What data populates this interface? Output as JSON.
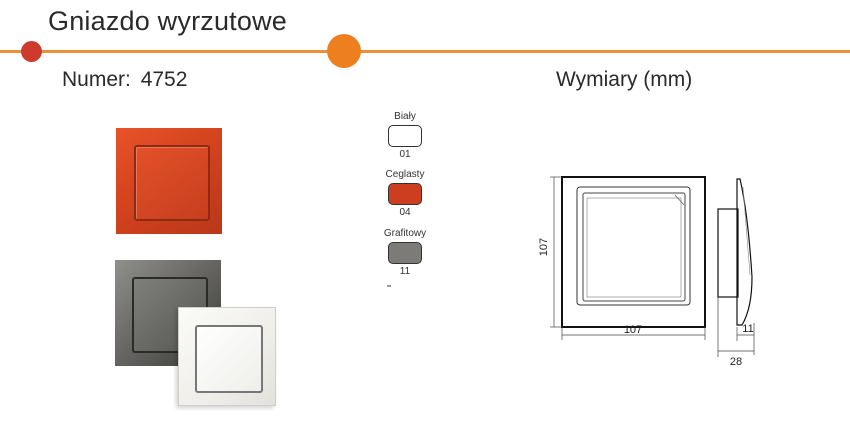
{
  "header": {
    "title": "Gniazdo wyrzutowe",
    "accent_line_color": "#ee8f3c",
    "dot_left_color": "#cd3b2f",
    "dot_right_color": "#ee7f1f"
  },
  "product": {
    "number_label": "Numer:",
    "number_value": "4752",
    "images": [
      {
        "name": "product-red-image",
        "color": "#d84620"
      },
      {
        "name": "product-graphite-image",
        "color": "#6d6c69"
      },
      {
        "name": "product-white-image",
        "color": "#f2f1ec"
      }
    ]
  },
  "colors": [
    {
      "name": "Biały",
      "code": "01",
      "color": "#ffffff"
    },
    {
      "name": "Ceglasty",
      "code": "04",
      "color": "#cc3e1f"
    },
    {
      "name": "Grafitowy",
      "code": "11",
      "color": "#7d7b78"
    }
  ],
  "dimensions": {
    "heading": "Wymiary (mm)",
    "height_label": "107",
    "width_label": "107",
    "depth_label": "11",
    "total_depth_label": "28"
  }
}
